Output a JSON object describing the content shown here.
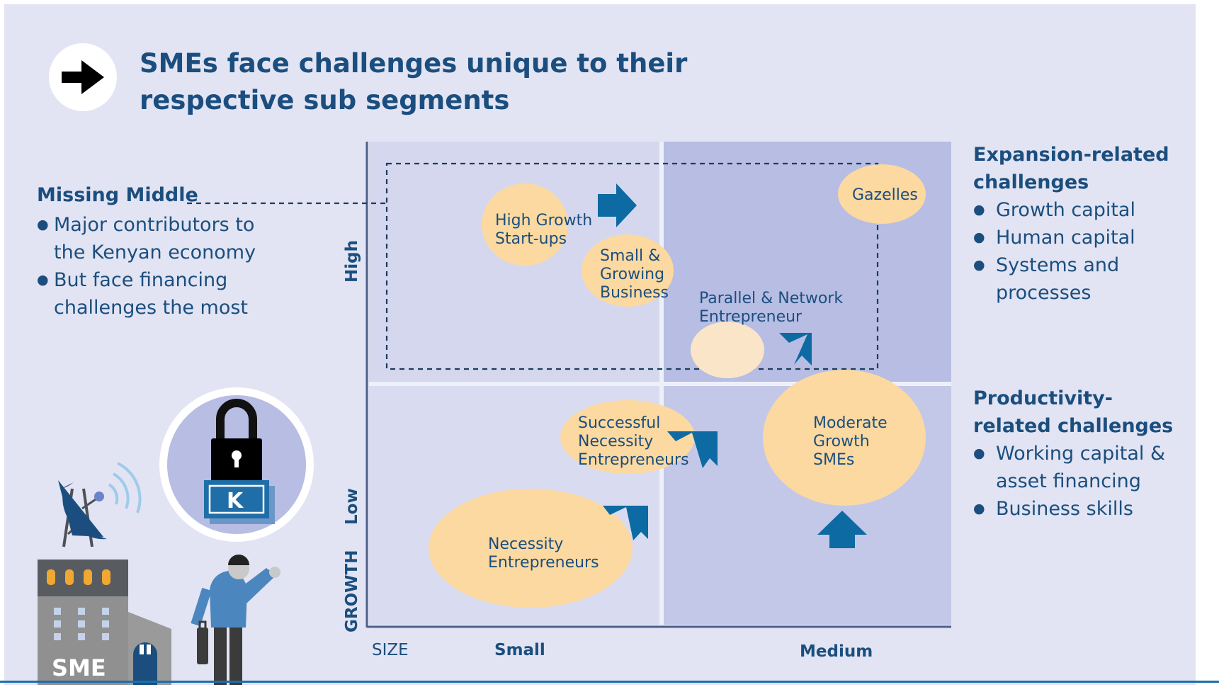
{
  "header": {
    "title_line1": "SMEs face challenges unique to their",
    "title_line2": "respective sub segments",
    "badge_icon": "arrow-right-icon"
  },
  "missing_middle": {
    "title": "Missing Middle",
    "bullets": [
      "Major contributors to the Kenyan economy",
      "But face financing challenges the most"
    ],
    "lines": [
      [
        "Major contributors to",
        "the Kenyan economy"
      ],
      [
        "But face financing",
        "challenges the most"
      ]
    ]
  },
  "matrix": {
    "y_axis_high": "High",
    "y_axis_low": "Low",
    "y_axis_name": "GROWTH",
    "x_axis_name": "SIZE",
    "x_axis_small": "Small",
    "x_axis_medium": "Medium",
    "segments": {
      "high_growth": [
        "High Growth",
        "Start-ups"
      ],
      "small_growing": [
        "Small &",
        "Growing",
        "Business"
      ],
      "gazelles": "Gazelles",
      "parallel_network": [
        "Parallel & Network",
        "Entrepreneur"
      ],
      "successful_necessity": [
        "Successful",
        "Necessity",
        "Entrepreneurs"
      ],
      "moderate_growth": [
        "Moderate",
        "Growth",
        "SMEs"
      ],
      "necessity": [
        "Necessity",
        "Entrepreneurs"
      ]
    },
    "arrow_icons": [
      "arrow-right-icon",
      "arrow-up-right-icon",
      "arrow-up-icon"
    ]
  },
  "expansion": {
    "title_line1": "Expansion-related",
    "title_line2": "challenges",
    "items": [
      "Growth capital",
      "Human capital",
      "Systems and processes"
    ],
    "item3_lines": [
      "Systems and",
      "processes"
    ]
  },
  "productivity": {
    "title_line1": "Productivity-",
    "title_line2": "related challenges",
    "items": [
      "Working capital & asset financing",
      "Business skills"
    ],
    "item1_lines": [
      "Working capital &",
      "asset financing"
    ]
  },
  "illustration": {
    "building_label": "SME",
    "lock_badge_letter": "K",
    "icons": [
      "padlock-icon",
      "satellite-dish-icon",
      "building-icon",
      "businessman-icon"
    ]
  },
  "colors": {
    "background": "#e2e4f3",
    "navy_text": "#1b4e7e",
    "arrow_blue": "#0d6aa2",
    "bubble": "#fcd9a0",
    "quadrant_light": "#d4d7ee",
    "quadrant_dark": "#b7bde3"
  }
}
